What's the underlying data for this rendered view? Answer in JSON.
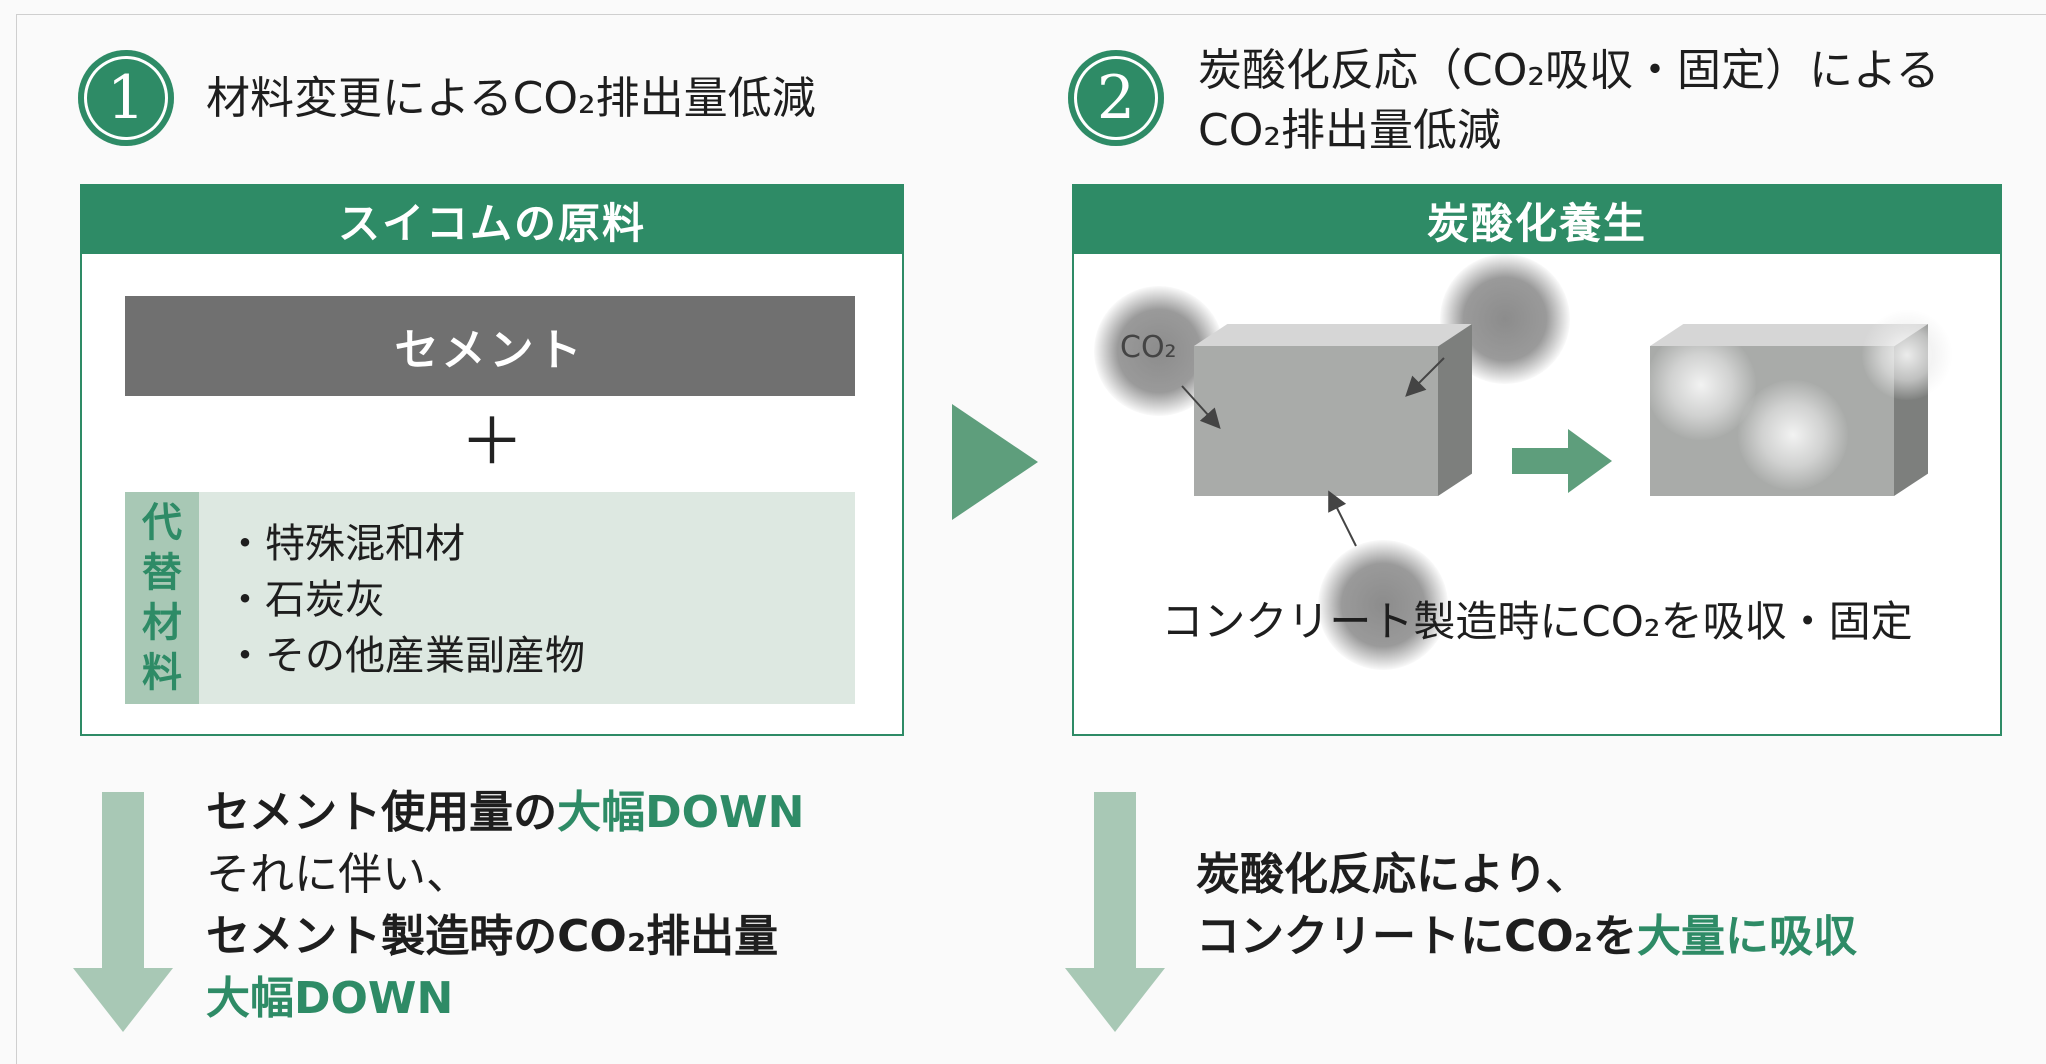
{
  "step1": {
    "number": "1",
    "title": "材料変更によるCO₂排出量低減",
    "panel_title": "スイコムの原料",
    "cement_label": "セメント",
    "plus": "＋",
    "alt_label_chars": [
      "代",
      "替",
      "材",
      "料"
    ],
    "alt_items": [
      "・特殊混和材",
      "・石炭灰",
      "・その他産業副産物"
    ]
  },
  "step2": {
    "number": "2",
    "title_line1": "炭酸化反応（CO₂吸収・固定）による",
    "title_line2": "CO₂排出量低減",
    "panel_title": "炭酸化養生",
    "co2_label": "CO₂",
    "caption": "コンクリート製造時にCO₂を吸収・固定"
  },
  "result1": {
    "line1_prefix": "セメント使用量の",
    "line1_highlight": "大幅DOWN",
    "line2": "それに伴い、",
    "line3": "セメント製造時のCO₂排出量",
    "line4_highlight": "大幅DOWN"
  },
  "result2": {
    "line1": "炭酸化反応により、",
    "line2_prefix": "コンクリートにCO₂を",
    "line2_highlight": "大量に吸収"
  },
  "colors": {
    "primary_green": "#2e8b66",
    "light_green": "#a8c8b5",
    "pale_green": "#dde8e1",
    "arrow_green": "#5e9e7c",
    "cement_gray": "#707070"
  }
}
